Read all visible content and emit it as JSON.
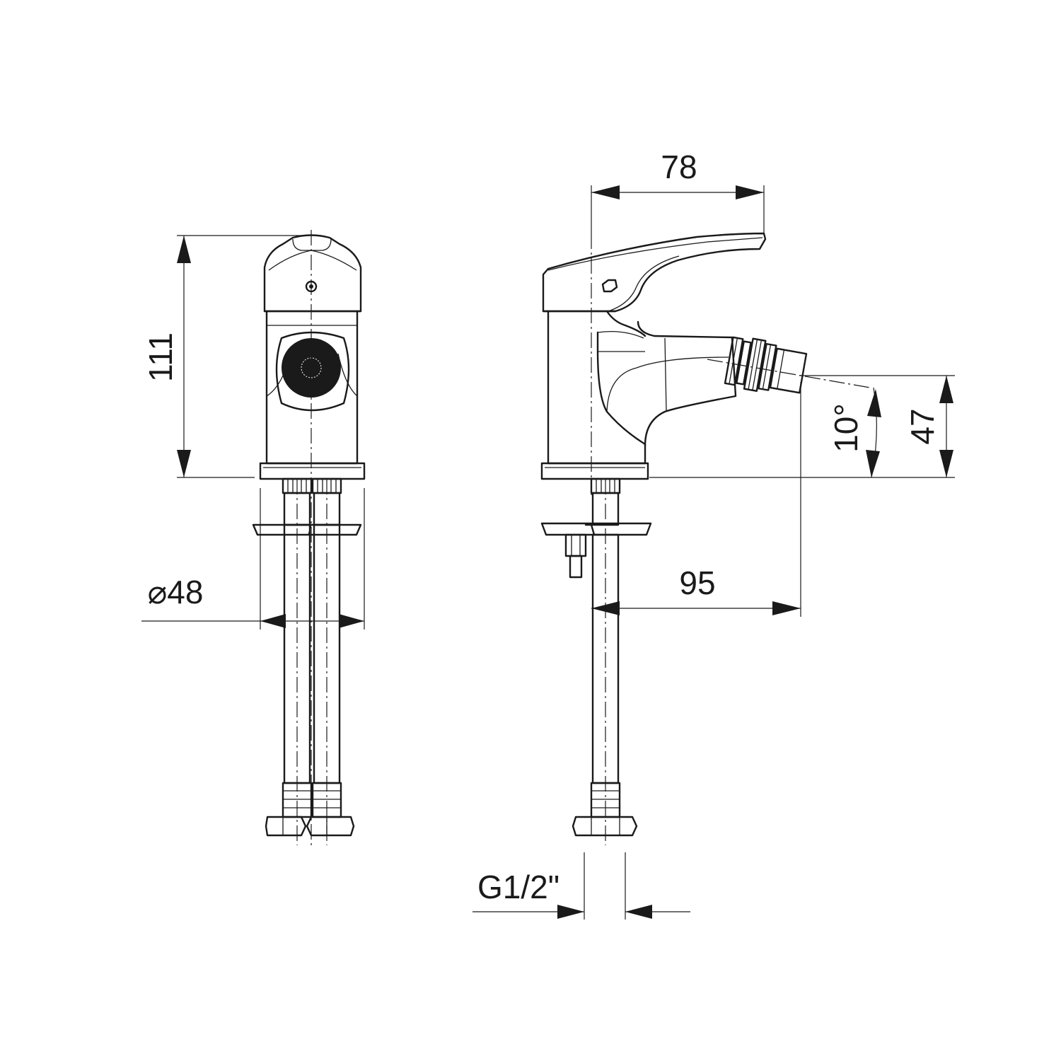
{
  "drawing": {
    "dimensions": {
      "height_total": "111",
      "base_diameter": "⌀48",
      "depth_to_lever": "78",
      "spout_projection": "95",
      "spout_height": "47",
      "spout_angle": "10°",
      "connection_thread": "G1/2\""
    },
    "colors": {
      "line": "#1a1a1a",
      "background": "#ffffff"
    }
  }
}
